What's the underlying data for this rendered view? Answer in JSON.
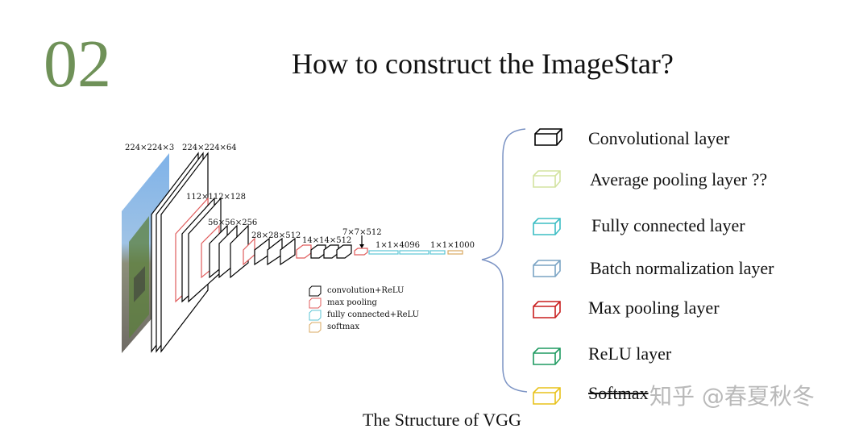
{
  "slide": {
    "number": "02",
    "title": "How to construct the ImageStar?",
    "caption": "The Structure of VGG",
    "watermark": "知乎 @春夏秋冬"
  },
  "vgg": {
    "dims": [
      "224×224×3",
      "224×224×64",
      "112×112×128",
      "56×56×256",
      "28×28×512",
      "14×14×512",
      "7×7×512",
      "1×1×4096",
      "1×1×1000"
    ],
    "key": [
      {
        "label": "convolution+ReLU",
        "color": "#000000"
      },
      {
        "label": "max pooling",
        "color": "#e05c5c"
      },
      {
        "label": "fully connected+ReLU",
        "color": "#5cc6d6"
      },
      {
        "label": "softmax",
        "color": "#d9a860"
      }
    ]
  },
  "legend": [
    {
      "label": "Convolutional layer",
      "color": "#000000",
      "strike": false
    },
    {
      "label": "Average pooling layer ??",
      "color": "#d3e3a0",
      "strike": false
    },
    {
      "label": "Fully connected layer",
      "color": "#3bbdc4",
      "strike": false
    },
    {
      "label": "Batch normalization layer",
      "color": "#7aa3c4",
      "strike": false
    },
    {
      "label": "Max pooling layer",
      "color": "#c81e1e",
      "strike": false
    },
    {
      "label": "ReLU layer",
      "color": "#1e9a60",
      "strike": false
    },
    {
      "label": "Softmax",
      "color": "#e8c21a",
      "strike": true
    }
  ]
}
